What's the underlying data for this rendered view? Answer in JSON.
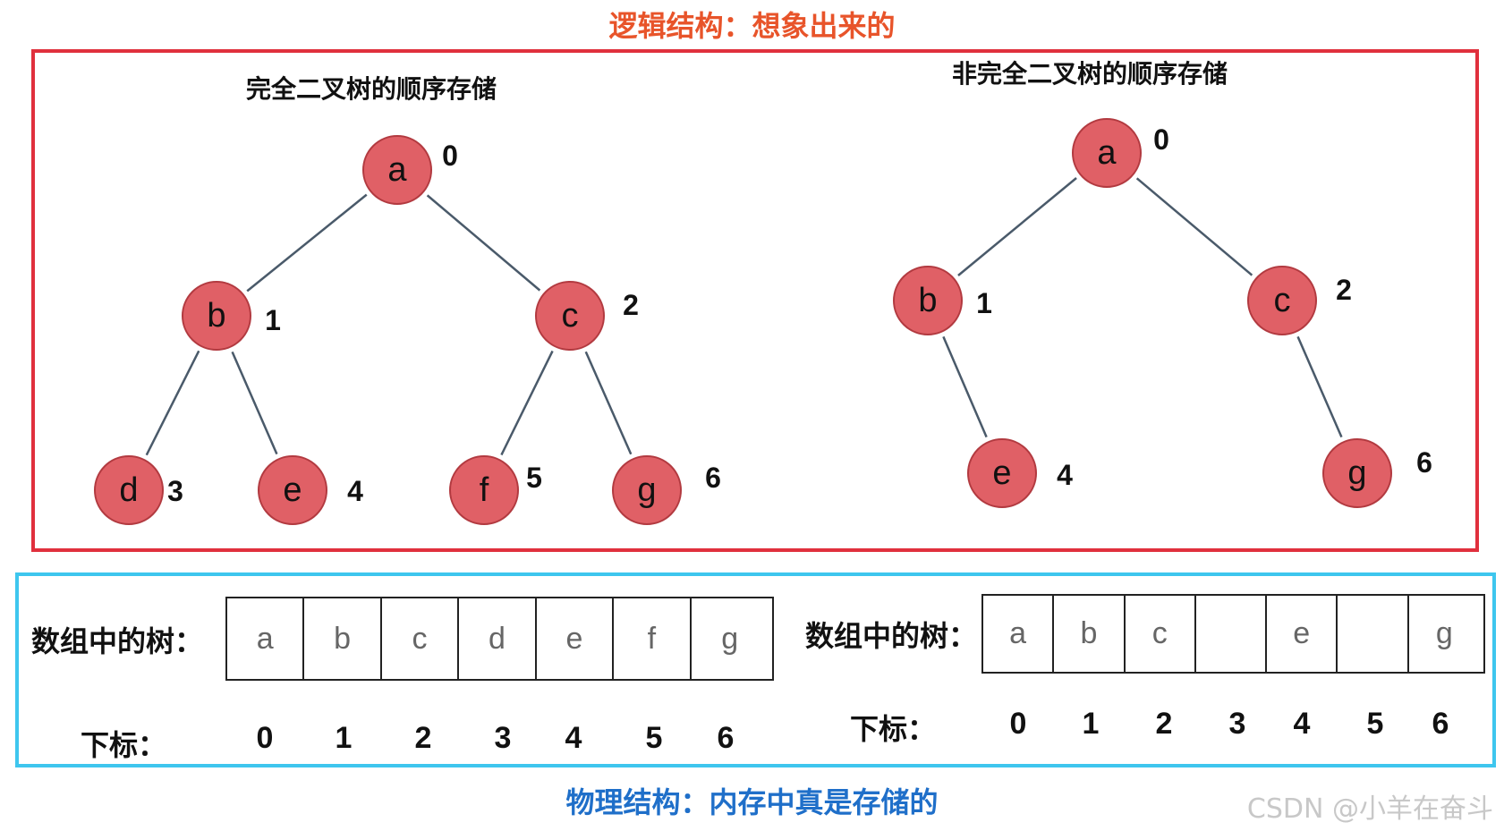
{
  "titles": {
    "logical": "逻辑结构：想象出来的",
    "physical": "物理结构：内存中真是存储的"
  },
  "left_tree": {
    "title": "完全二叉树的顺序存储",
    "nodes": [
      {
        "label": "a",
        "index": "0"
      },
      {
        "label": "b",
        "index": "1"
      },
      {
        "label": "c",
        "index": "2"
      },
      {
        "label": "d",
        "index": "3"
      },
      {
        "label": "e",
        "index": "4"
      },
      {
        "label": "f",
        "index": "5"
      },
      {
        "label": "g",
        "index": "6"
      }
    ]
  },
  "right_tree": {
    "title": "非完全二叉树的顺序存储",
    "nodes": [
      {
        "label": "a",
        "index": "0"
      },
      {
        "label": "b",
        "index": "1"
      },
      {
        "label": "c",
        "index": "2"
      },
      {
        "label": "e",
        "index": "4"
      },
      {
        "label": "g",
        "index": "6"
      }
    ]
  },
  "left_array": {
    "label": "数组中的树：",
    "index_label": "下标：",
    "cells": [
      "a",
      "b",
      "c",
      "d",
      "e",
      "f",
      "g"
    ],
    "indices": [
      "0",
      "1",
      "2",
      "3",
      "4",
      "5",
      "6"
    ]
  },
  "right_array": {
    "label": "数组中的树：",
    "index_label": "下标：",
    "cells": [
      "a",
      "b",
      "c",
      "",
      "e",
      "",
      "g"
    ],
    "indices": [
      "0",
      "1",
      "2",
      "3",
      "4",
      "5",
      "6"
    ]
  },
  "watermark": "CSDN @小羊在奋斗",
  "colors": {
    "node_fill": "#e06066",
    "node_stroke": "#b23a40",
    "edge": "#4a5a6a",
    "logical_border": "#e0303d",
    "physical_border": "#3ec6ee",
    "logical_title": "#e8542a",
    "physical_title": "#1f6fc9"
  }
}
